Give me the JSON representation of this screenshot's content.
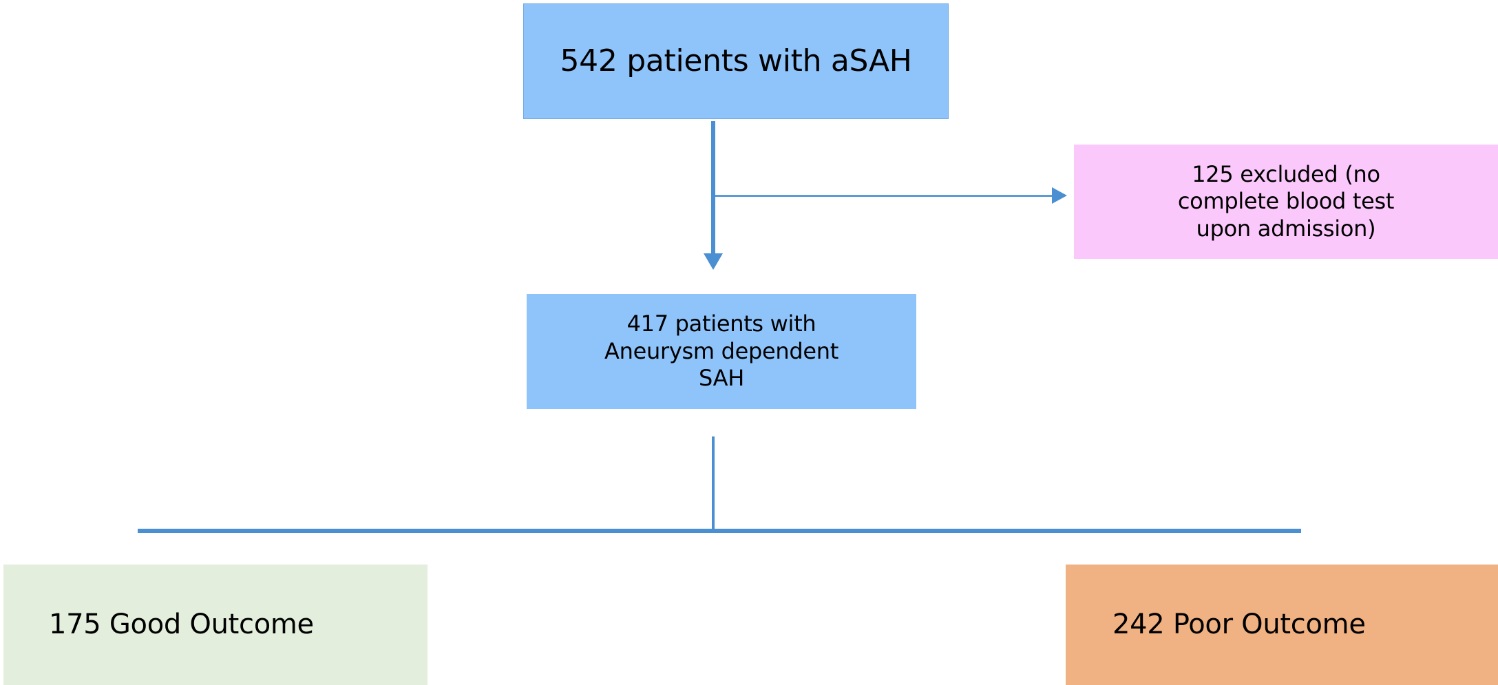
{
  "diagram": {
    "title": "aSAH patient study flow diagram",
    "type": "flowchart",
    "background_color": "#FFFFFF",
    "nodes": [
      {
        "id": "total",
        "label": "542 patients with aSAH",
        "count": 542,
        "color": "#8FC4FB",
        "border_color": "#6FA8E0",
        "role": "cohort-total"
      },
      {
        "id": "excluded",
        "label": "125 excluded (no\ncomplete blood test\nupon admission)",
        "count": 125,
        "color": "#FBC8FC",
        "role": "exclusion"
      },
      {
        "id": "included",
        "label": "417 patients with\nAneurysm dependent\nSAH",
        "count": 417,
        "color": "#8FC4FB",
        "role": "cohort-included"
      },
      {
        "id": "good_outcome",
        "label": "175 Good Outcome",
        "count": 175,
        "color": "#E3EEDC",
        "role": "outcome-good"
      },
      {
        "id": "poor_outcome",
        "label": "242  Poor Outcome",
        "count": 242,
        "color": "#F0B183",
        "role": "outcome-poor"
      }
    ],
    "connectors": [
      {
        "id": "total-to-included",
        "from": "total",
        "to": "included",
        "style": "arrow-down",
        "color": "#4A8FD1"
      },
      {
        "id": "total-to-excluded",
        "from": "total",
        "to": "excluded",
        "style": "arrow-right",
        "color": "#5C9BD6"
      },
      {
        "id": "included-split",
        "from": "included",
        "to": "good_outcome,poor_outcome",
        "style": "split-bar",
        "color": "#4A8FD1"
      }
    ],
    "accent_color": "#4A8FD1"
  }
}
